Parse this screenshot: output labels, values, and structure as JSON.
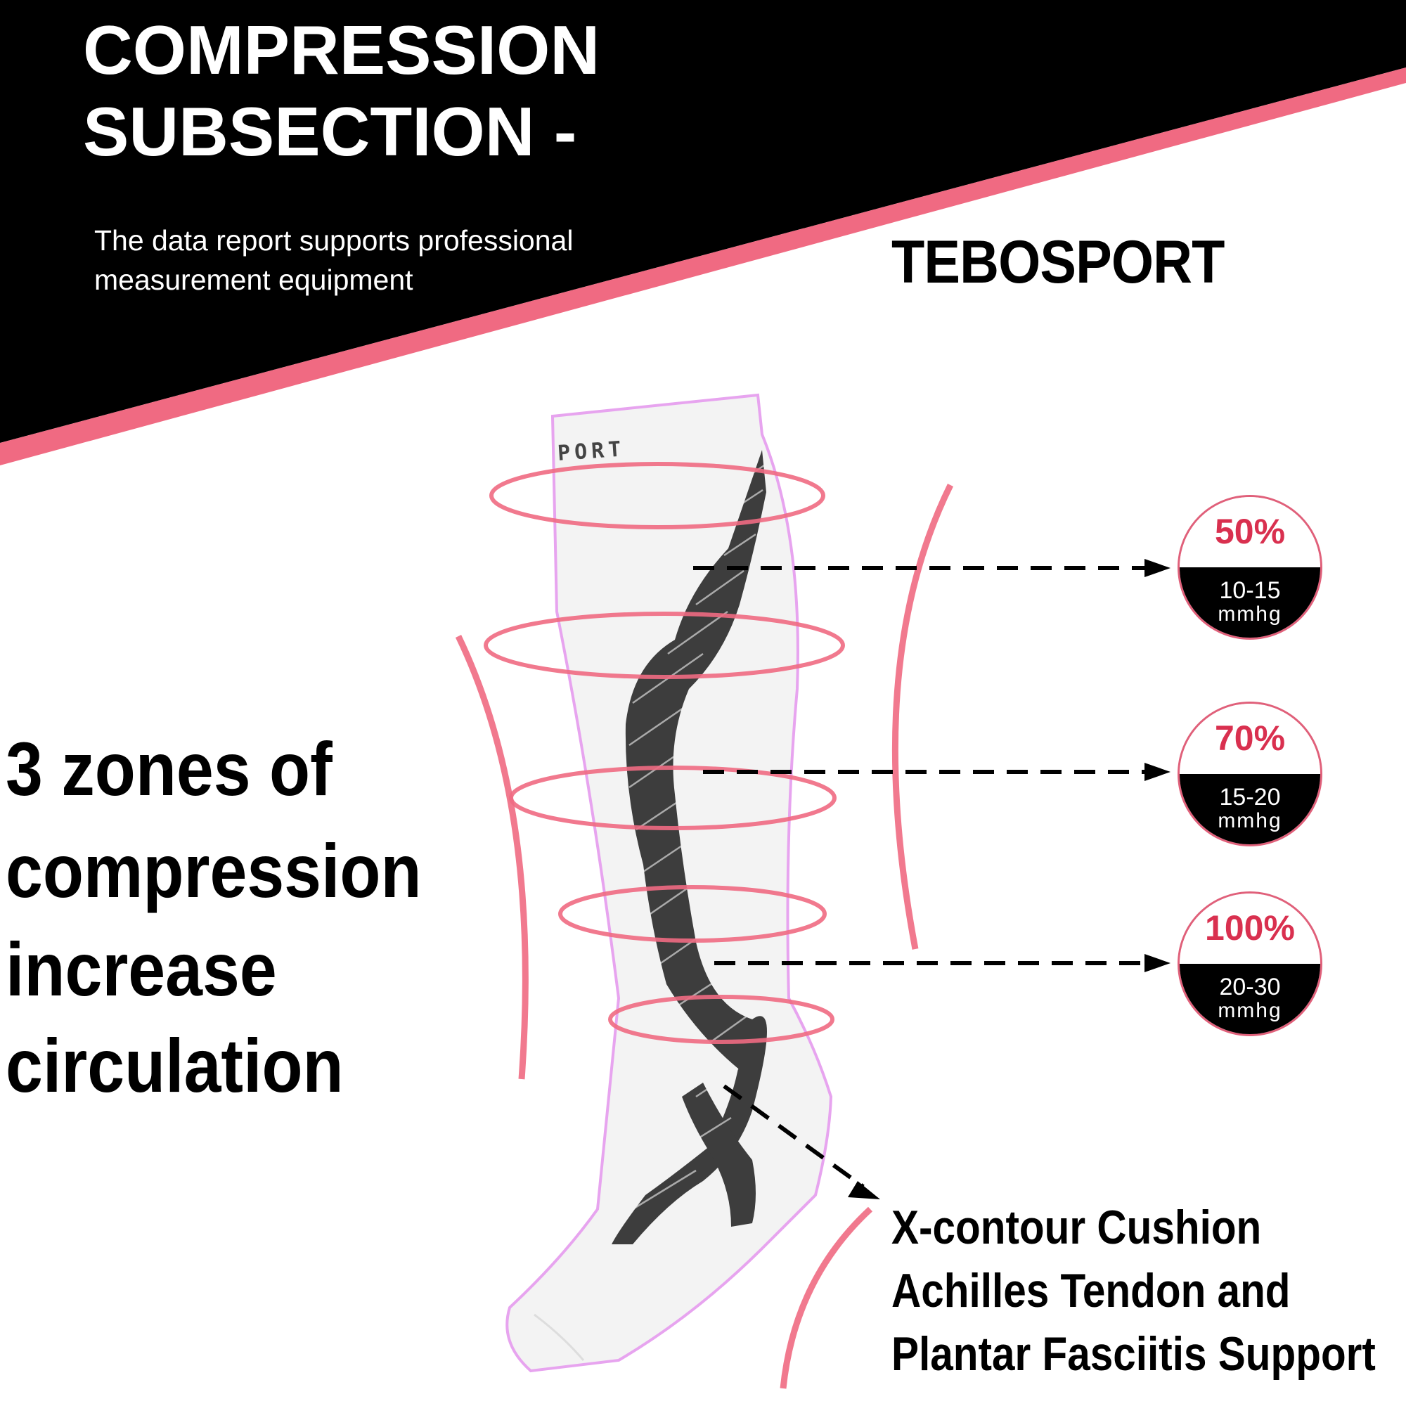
{
  "header": {
    "title_line1": "COMPRESSION",
    "title_line2": "SUBSECTION -",
    "subtitle_line1": "The data report supports professional",
    "subtitle_line2": "measurement equipment",
    "brand": "TEBOSPORT"
  },
  "product": {
    "sock_print": "PORT"
  },
  "zones_text": {
    "line1": "3 zones of",
    "line2": "compression",
    "line3": "increase",
    "line4": "circulation"
  },
  "badges": [
    {
      "percent": "50%",
      "range": "10-15",
      "unit": "mmhg"
    },
    {
      "percent": "70%",
      "range": "15-20",
      "unit": "mmhg"
    },
    {
      "percent": "100%",
      "range": "20-30",
      "unit": "mmhg"
    }
  ],
  "feature_text": {
    "line1": "X-contour Cushion",
    "line2": "Achilles Tendon and",
    "line3": "Plantar Fasciitis Support"
  },
  "colors": {
    "header_black": "#000000",
    "accent_pink": "#f06a82",
    "badge_red": "#d9304f"
  }
}
